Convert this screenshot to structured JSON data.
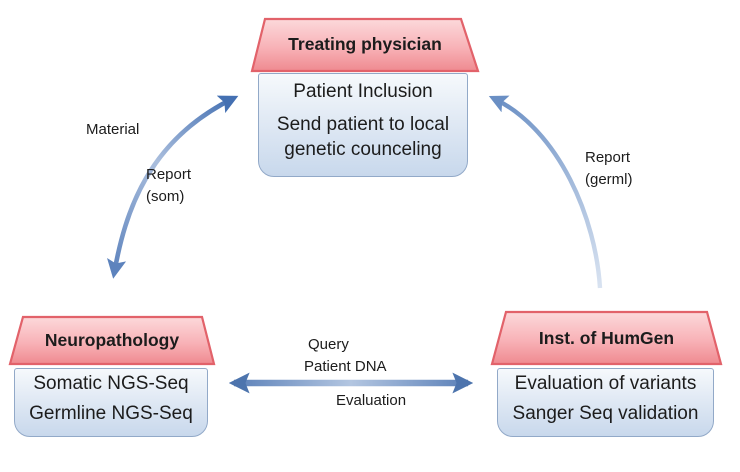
{
  "diagram": {
    "nodes": {
      "physician": {
        "title": "Treating physician",
        "tasks": [
          "Patient Inclusion",
          "Send patient to local genetic counceling"
        ]
      },
      "neuropathology": {
        "title": "Neuropathology",
        "tasks": [
          "Somatic NGS-Seq",
          "Germline NGS-Seq"
        ]
      },
      "humgen": {
        "title": "Inst. of HumGen",
        "tasks": [
          "Evaluation of variants",
          "Sanger Seq validation"
        ]
      }
    },
    "edges": {
      "neuro_physician": {
        "material": "Material",
        "report": "Report",
        "report_qualifier": "(som)"
      },
      "humgen_physician": {
        "report": "Report",
        "report_qualifier": "(germl)"
      },
      "neuro_humgen": {
        "query": "Query",
        "patient_dna": "Patient DNA",
        "evaluation": "Evaluation"
      }
    },
    "colors": {
      "roof_border": "#e2626a",
      "roof_top": "#fcd9db",
      "roof_mid": "#f8b2b7",
      "roof_bottom": "#ef8a90",
      "body_border": "#92a9c8",
      "body_top": "#f6f9fc",
      "body_bottom": "#c8d8ec",
      "text": "#1c1c1c",
      "arrow_dark": "#4470b2",
      "arrow_mid_light": "#aabedd",
      "arrow_head_bottom": "#5d83bd",
      "arrow_right_head": "#6a8fc4",
      "arrow_right_tail": "#d9e3f1",
      "horizontal_end": "#5b80b8",
      "horizontal_mid": "#b3c6e1",
      "horizontal_head": "#4d74ad"
    }
  }
}
